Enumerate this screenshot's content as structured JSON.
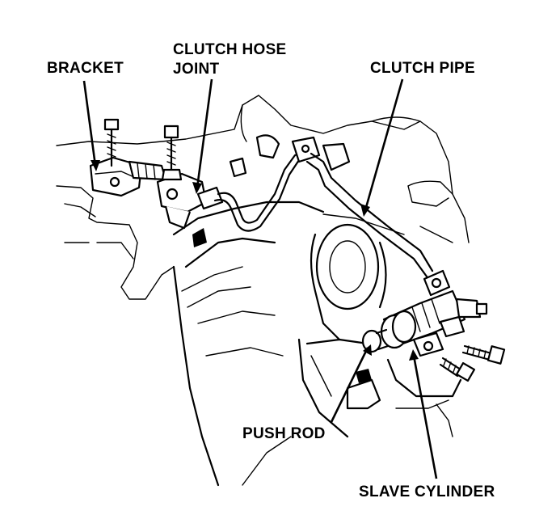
{
  "labels": {
    "bracket": "BRACKET",
    "clutch_hose_line1": "CLUTCH HOSE",
    "clutch_hose_line2": "JOINT",
    "clutch_pipe": "CLUTCH PIPE",
    "push_rod": "PUSH ROD",
    "slave_cylinder": "SLAVE CYLINDER"
  },
  "colors": {
    "ink": "#000000",
    "paper": "#ffffff"
  }
}
